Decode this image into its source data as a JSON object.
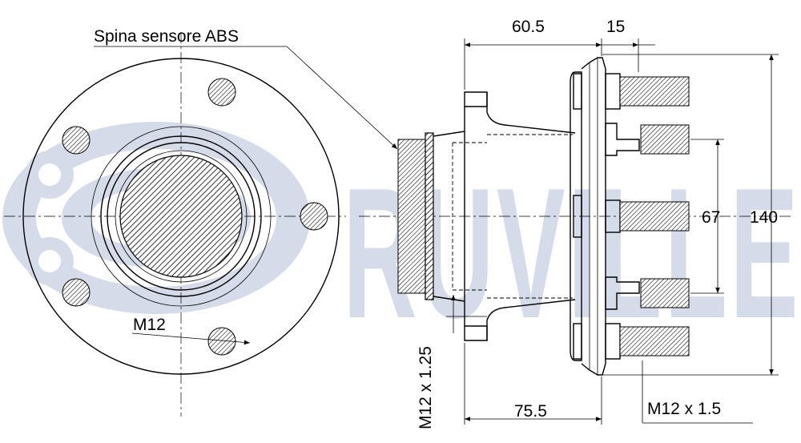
{
  "watermark": {
    "brand": "RUVILLE",
    "color": "#d5dbe8"
  },
  "labels": {
    "abs_pin": "Spina sensore ABS",
    "bolt_thread": "M12",
    "hub_thread": "M12 x 1.25",
    "stud_thread": "M12 x 1.5"
  },
  "dimensions": {
    "flange_to_face": "60.5",
    "flange_thickness": "15",
    "stud_pitch": "67",
    "flange_diameter": "140",
    "overall_length": "75.5"
  }
}
